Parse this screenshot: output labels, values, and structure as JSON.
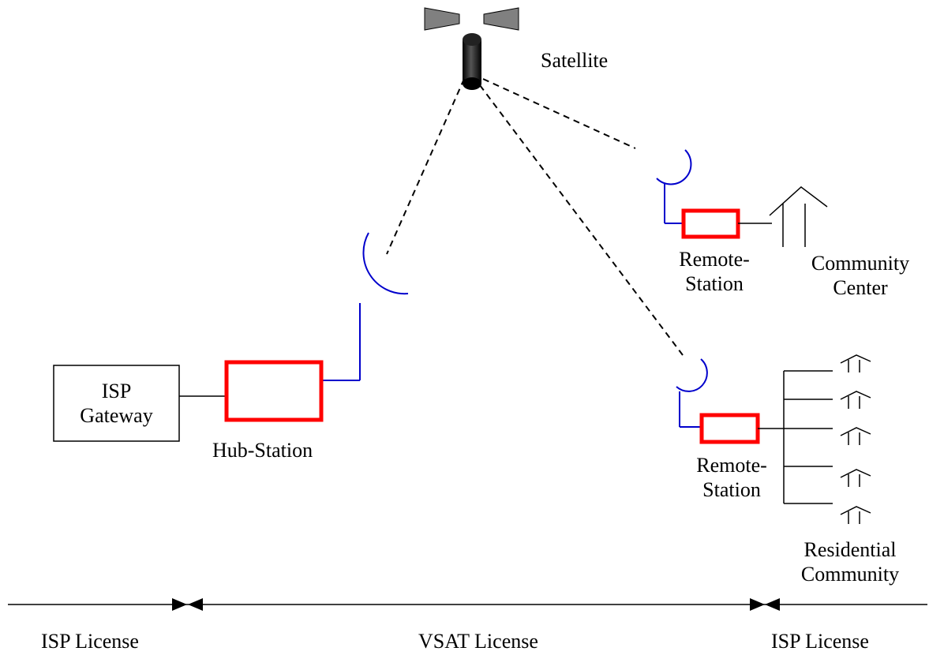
{
  "labels": {
    "satellite": "Satellite",
    "isp_gateway_line1": "ISP",
    "isp_gateway_line2": "Gateway",
    "hub_station": "Hub-Station",
    "remote_station_1_line1": "Remote-",
    "remote_station_1_line2": "Station",
    "community_center_line1": "Community",
    "community_center_line2": "Center",
    "remote_station_2_line1": "Remote-",
    "remote_station_2_line2": "Station",
    "residential_line1": "Residential",
    "residential_line2": "Community",
    "license_left": "ISP License",
    "license_middle": "VSAT License",
    "license_right": "ISP License"
  },
  "colors": {
    "station_box": "#ff0000",
    "dish": "#0000cc",
    "satellite_body": "#000000",
    "solar_panel": "#808080",
    "line": "#000000"
  },
  "icons": [
    "satellite-icon",
    "dish-antenna-icon",
    "building-icon",
    "house-icon"
  ]
}
